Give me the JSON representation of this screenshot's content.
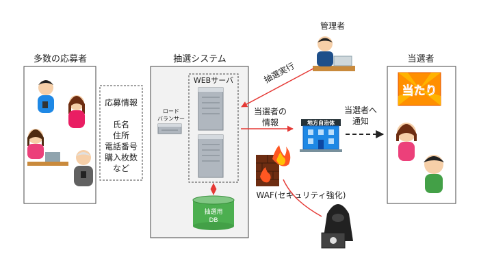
{
  "labels": {
    "applicants_title": "多数の応募者",
    "system_title": "抽選システム",
    "winners_title": "当選者",
    "admin_label": "管理者",
    "web_server": "WEBサーバ",
    "load_balancer_line1": "ロード",
    "load_balancer_line2": "バランサー",
    "db_line1": "抽選用",
    "db_line2": "DB",
    "lottery_exec": "抽選実行",
    "winner_info_line1": "当選者の",
    "winner_info_line2": "情報",
    "notify_line1": "当選者へ",
    "notify_line2": "通知",
    "waf": "WAF(セキュリティ強化)",
    "local_gov_sign": "地方自治体",
    "prize_badge": "当たり"
  },
  "application_info": {
    "title": "応募情報",
    "items": [
      "氏名",
      "住所",
      "電話番号",
      "購入枚数",
      "など"
    ]
  },
  "colors": {
    "border": "#444444",
    "arrow_red": "#e53935",
    "db_green": "#4caf50",
    "badge_orange": "#ff8f00",
    "server_gray": "#b0b7bf"
  },
  "icons": [
    "applicant-people-illustration",
    "admin-laptop-illustration",
    "server-icon",
    "load-balancer-icon",
    "database-icon",
    "government-building-icon",
    "firewall-icon",
    "hacker-icon",
    "winner-people-illustration"
  ]
}
